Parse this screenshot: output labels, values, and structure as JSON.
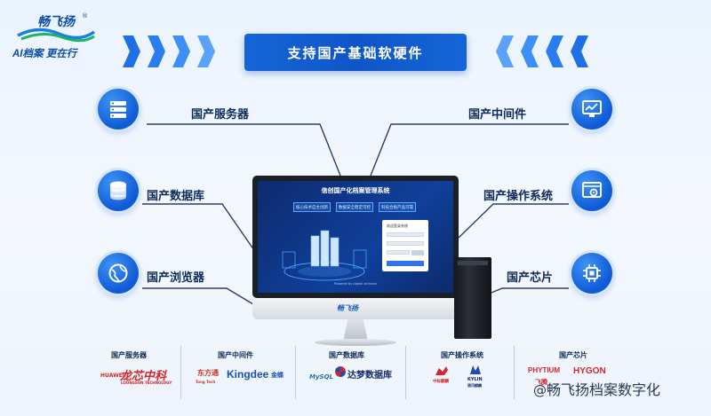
{
  "logo": {
    "mark": "畅飞扬",
    "registered": "®",
    "slogan": "AI档案 更在行"
  },
  "header": {
    "title": "支持国产基础软硬件"
  },
  "left_categories": [
    {
      "label": "国产服务器",
      "icon": "server-icon"
    },
    {
      "label": "国产数据库",
      "icon": "database-icon"
    },
    {
      "label": "国产浏览器",
      "icon": "browser-globe-icon"
    }
  ],
  "right_categories": [
    {
      "label": "国产中间件",
      "icon": "monitor-chart-icon"
    },
    {
      "label": "国产操作系统",
      "icon": "settings-window-icon"
    },
    {
      "label": "国产芯片",
      "icon": "chip-icon"
    }
  ],
  "screen": {
    "title": "信创国产化档案管理系统",
    "buttons": [
      "核心技术自主创新",
      "数据安全稳定可控",
      "科技合规产品可靠"
    ],
    "login_title": "欢迎登录系统",
    "footer": "Powered by digital archives",
    "chin_logo": "畅飞扬"
  },
  "brands": {
    "server": {
      "category": "国产服务器",
      "items": [
        "HUAWEI",
        "龙芯中科",
        "LOONGSON TECHNOLOGY"
      ]
    },
    "middleware": {
      "category": "国产中间件",
      "items": [
        "东方通",
        "Tong Tech",
        "Kingdee",
        "金蝶"
      ]
    },
    "database": {
      "category": "国产数据库",
      "items": [
        "MySQL",
        "达梦数据库"
      ]
    },
    "os": {
      "category": "国产操作系统",
      "items": [
        "中标麒麟",
        "KYLIN",
        "银河麒麟"
      ]
    },
    "chip": {
      "category": "国产芯片",
      "items": [
        "PHYTIUM",
        "飞腾",
        "HYGON"
      ]
    }
  },
  "watermark": {
    "at": "@",
    "text": "畅飞扬档案数字化"
  },
  "colors": {
    "primary": "#1565d8",
    "dark_text": "#0e2a58",
    "accent_red": "#d4262c",
    "background": "#eef4fb"
  }
}
